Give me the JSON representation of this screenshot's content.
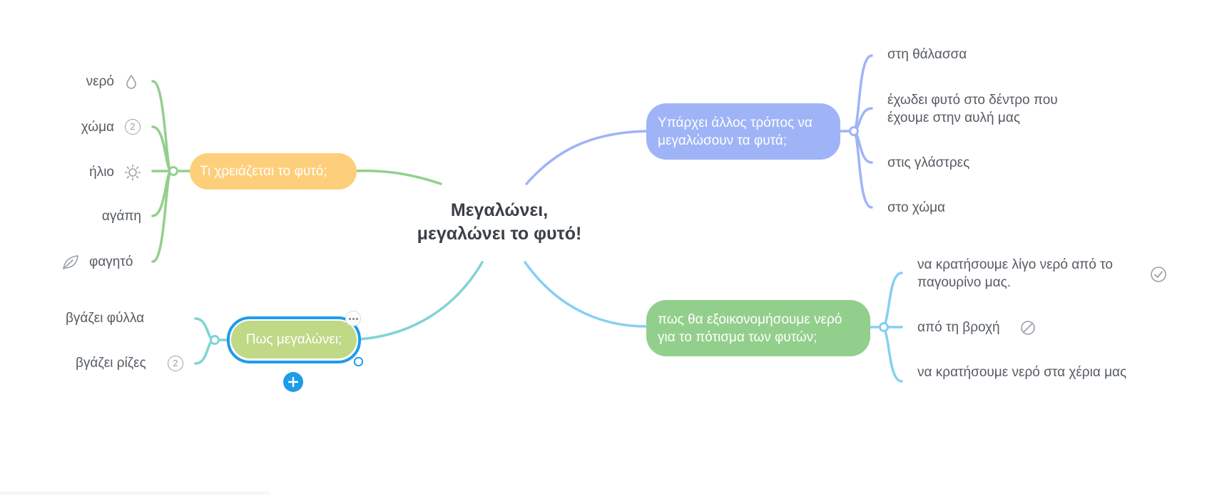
{
  "central": {
    "line1": "Μεγαλώνει,",
    "line2": "μεγαλώνει το φυτό!"
  },
  "branches": {
    "needs": {
      "label": "Τι χρειάζεται το φυτό;",
      "color": "#fdcf7a",
      "line_color": "#93cf8c",
      "children": [
        {
          "label": "νερό",
          "icon": "water-drop-icon"
        },
        {
          "label": "χώμα",
          "icon": "priority-2-icon",
          "badge": "2"
        },
        {
          "label": "ήλιο",
          "icon": "sun-icon"
        },
        {
          "label": "αγάπη"
        },
        {
          "label": "φαγητό",
          "icon": "leaf-icon"
        }
      ]
    },
    "grow": {
      "label": "Πως μεγαλώνει;",
      "color": "#bfd986",
      "line_color": "#7fd4d3",
      "children": [
        {
          "label": "βγάζει φύλλα"
        },
        {
          "label": "βγάζει ρίζες",
          "icon": "priority-2-icon",
          "badge": "2"
        }
      ]
    },
    "other": {
      "label": "Υπάρχει άλλος τρόπος να μεγαλώσουν τα φυτά;",
      "color": "#9fb3f7",
      "line_color": "#9fb3f7",
      "children": [
        {
          "label": "στη θάλασσα"
        },
        {
          "label": "έχωδει φυτό στο δέντρο που έχουμε στην αυλή μας"
        },
        {
          "label": "στις γλάστρες"
        },
        {
          "label": "στο χώμα"
        }
      ]
    },
    "save": {
      "label": "πως θα εξοικονομήσουμε νερό για το πότισμα των φυτών;",
      "color": "#93cf8c",
      "line_color": "#86cff5",
      "children": [
        {
          "label": "να κρατήσουμε λίγο νερό από το παγουρίνο μας.",
          "icon": "check-circle-icon"
        },
        {
          "label": "από τη βροχή",
          "icon": "prohibited-icon"
        },
        {
          "label": "να κρατήσουμε νερό στα χέρια μας"
        }
      ]
    }
  },
  "selection": {
    "color": "#1e9ce8",
    "add_symbol": "+"
  }
}
